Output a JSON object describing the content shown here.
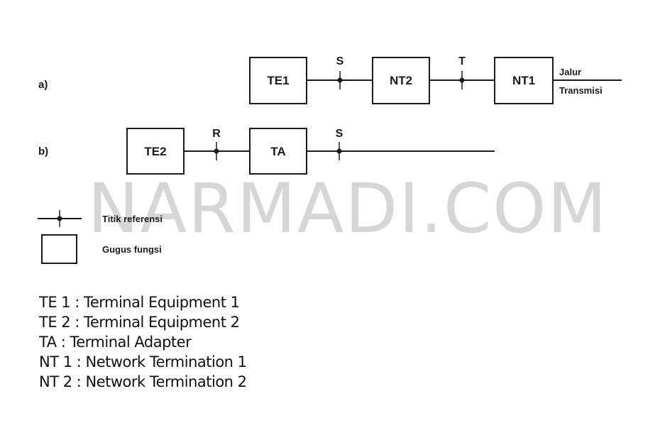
{
  "watermark": "NARMADI.COM",
  "rows": [
    {
      "label": "a)",
      "blocks": [
        "TE1",
        "NT2",
        "NT1"
      ],
      "points": [
        "S",
        "T"
      ],
      "line_label": [
        "Jalur",
        "Transmisi"
      ]
    },
    {
      "label": "b)",
      "blocks": [
        "TE2",
        "TA"
      ],
      "points": [
        "R",
        "S"
      ]
    }
  ],
  "legend": {
    "reference_point": "Titik referensi",
    "function_group": "Gugus fungsi"
  },
  "abbreviations": [
    "TE 1 : Terminal Equipment 1",
    "TE 2 : Terminal Equipment 2",
    "TA : Terminal Adapter",
    "NT 1 : Network Termination 1",
    "NT 2 : Network Termination 2"
  ]
}
